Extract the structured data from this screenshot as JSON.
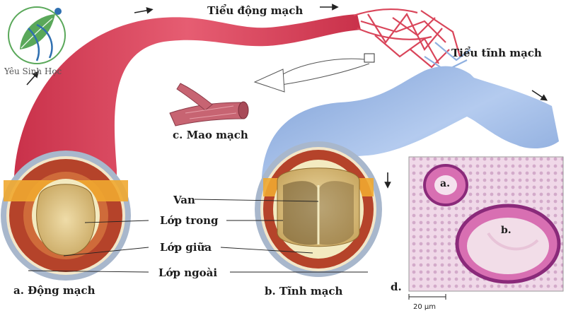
{
  "logo": {
    "text": "Yêu Sinh Học",
    "icon": "leaf-dna-logo-icon"
  },
  "labels": {
    "arteriole": "Tiểu động mạch",
    "venule": "Tiểu tĩnh mạch",
    "capillary": "c. Mao mạch",
    "valve": "Van",
    "inner_layer": "Lớp trong",
    "middle_layer": "Lớp giữa",
    "outer_layer": "Lớp ngoài",
    "artery": "a. Động mạch",
    "vein": "b. Tĩnh mạch",
    "micrograph": "d.",
    "micrograph_a": "a.",
    "micrograph_b": "b.",
    "scale_bar": "20 µm"
  },
  "colors": {
    "artery": "#d9455a",
    "vein": "#8fb0e0",
    "muscle": "#b5432a",
    "lumen": "#e8d49a",
    "tissue": "#d86fb2"
  }
}
